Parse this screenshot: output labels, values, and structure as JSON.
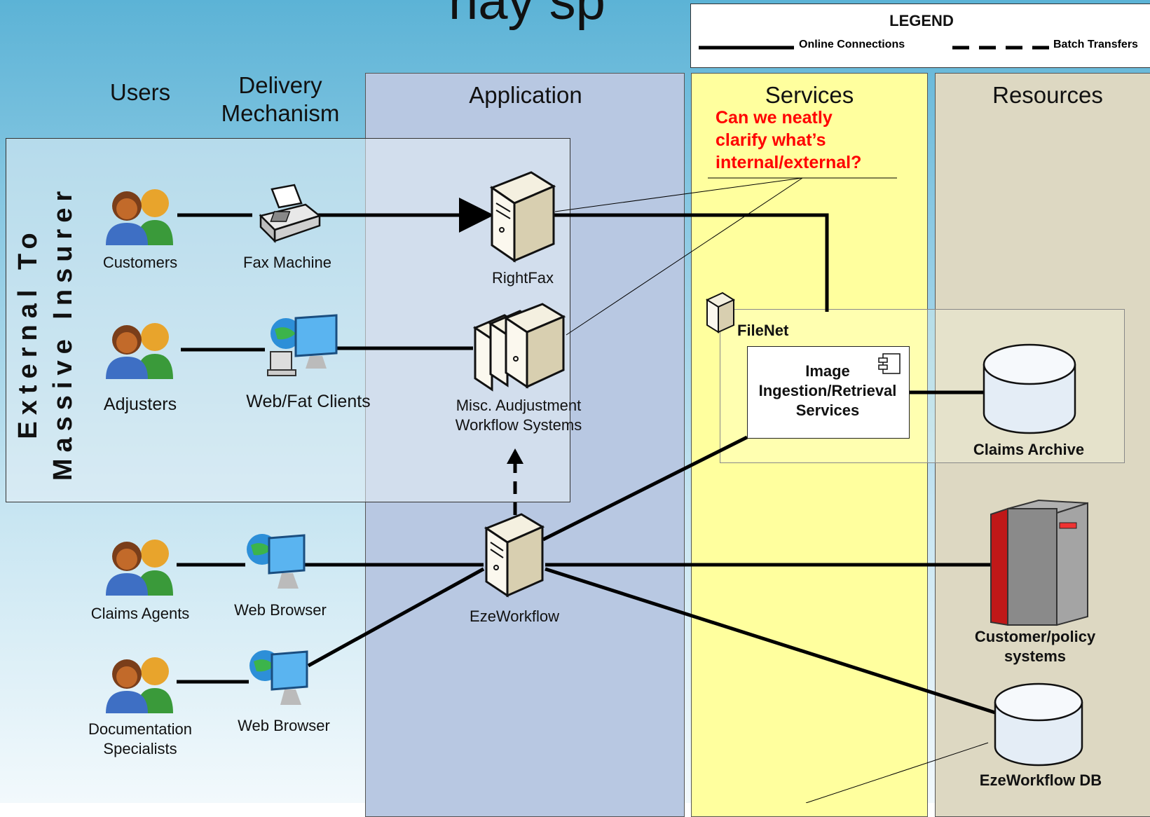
{
  "title_fragment": "nay sp",
  "legend": {
    "title": "LEGEND",
    "online": "Online Connections",
    "batch": "Batch Transfers"
  },
  "lanes": {
    "users": "Users",
    "delivery": "Delivery Mechanism",
    "application": "Application",
    "services": "Services",
    "resources": "Resources"
  },
  "external_box": {
    "line1": "External To",
    "line2": "Massive Insurer"
  },
  "annotation": "Can we neatly clarify what’s internal/external?",
  "users": [
    "Customers",
    "Adjusters",
    "Claims Agents",
    "Documentation Specialists"
  ],
  "delivery": [
    "Fax Machine",
    "Web/Fat Clients",
    "Web Browser",
    "Web Browser"
  ],
  "application": {
    "rightfax": "RightFax",
    "misc": "Misc. Audjustment Workflow Systems",
    "eze": "EzeWorkflow"
  },
  "services": {
    "filenet": "FileNet",
    "image": "Image Ingestion/Retrieval Services"
  },
  "resources": {
    "archive": "Claims Archive",
    "customer_policy": "Customer/policy systems",
    "eze_db": "EzeWorkflow DB"
  },
  "colors": {
    "application_lane": "#b8c8e2",
    "services_lane": "#ffff9e",
    "resources_lane": "#ddd8c2",
    "annotation": "#ff0000"
  }
}
